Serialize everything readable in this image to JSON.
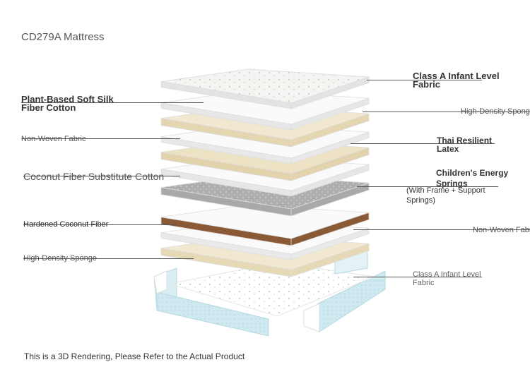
{
  "title": "CD279A Mattress",
  "footer": "This is a 3D Rendering, Please Refer to the Actual Product",
  "labels": {
    "plant_fiber": [
      "Plant-Based Soft Silk",
      "Fiber Cotton"
    ],
    "non_woven_left": "Non-Woven Fabric",
    "coconut_substitute": "Coconut Fiber Substitute Cotton",
    "hardened_coconut": "Hardened Coconut Fiber",
    "sponge_left": "High-Density Sponge",
    "infant_fabric_top": [
      "Class A Infant Level",
      "Fabric"
    ],
    "sponge_right": "High-Density Sponge",
    "thai_latex": [
      "Thai Resilient",
      "Latex"
    ],
    "energy_springs": [
      "Children's Energy",
      "Springs"
    ],
    "springs_note": [
      "(With Frame + Support",
      "Springs)"
    ],
    "non_woven_right": "Non-Woven Fabric",
    "infant_fabric_bottom": [
      "Class A Infant Level",
      "Fabric"
    ]
  },
  "colors": {
    "fabric": "#f4f5f2",
    "white_layer": "#fafafa",
    "cream": "#f2e8cf",
    "latex": "#eee2c4",
    "coconut": "#8a5a36",
    "cover_blue": "#cfe9f0",
    "spring": "#b9b9b9",
    "leader": "#555555"
  }
}
